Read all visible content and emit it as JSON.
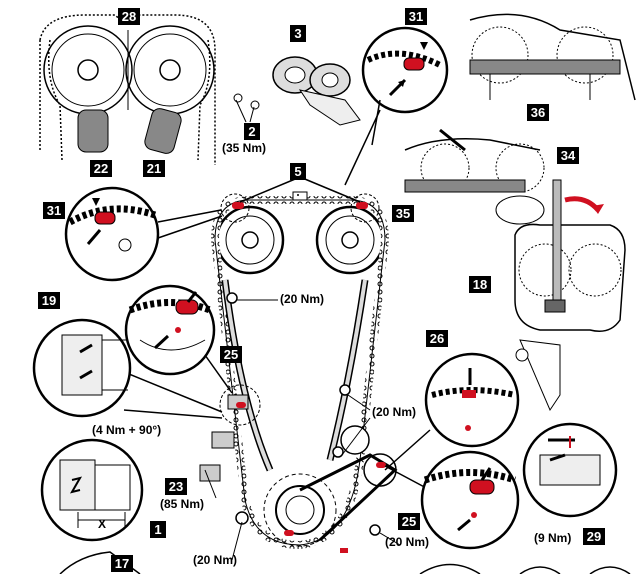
{
  "callouts": {
    "c28": "28",
    "c22": "22",
    "c21": "21",
    "c3": "3",
    "c2": "2",
    "c31a": "31",
    "c31b": "31",
    "c36": "36",
    "c34": "34",
    "c35": "35",
    "c5": "5",
    "c18": "18",
    "c19": "19",
    "c25a": "25",
    "c25b": "25",
    "c26": "26",
    "c23": "23",
    "c1": "1",
    "c17": "17",
    "c29": "29"
  },
  "torques": {
    "t35": "(35 Nm)",
    "t20a": "(20 Nm)",
    "t4": "(4 Nm + 90°)",
    "t85": "(85 Nm)",
    "t20b": "(20 Nm)",
    "t20c": "(20 Nm)",
    "t20d": "(20 Nm)",
    "t9": "(9 Nm)"
  },
  "dimension_label": "X",
  "colors": {
    "mark": "#d01020",
    "ink": "#000000",
    "paper": "#ffffff",
    "arrow": "#d01020"
  }
}
